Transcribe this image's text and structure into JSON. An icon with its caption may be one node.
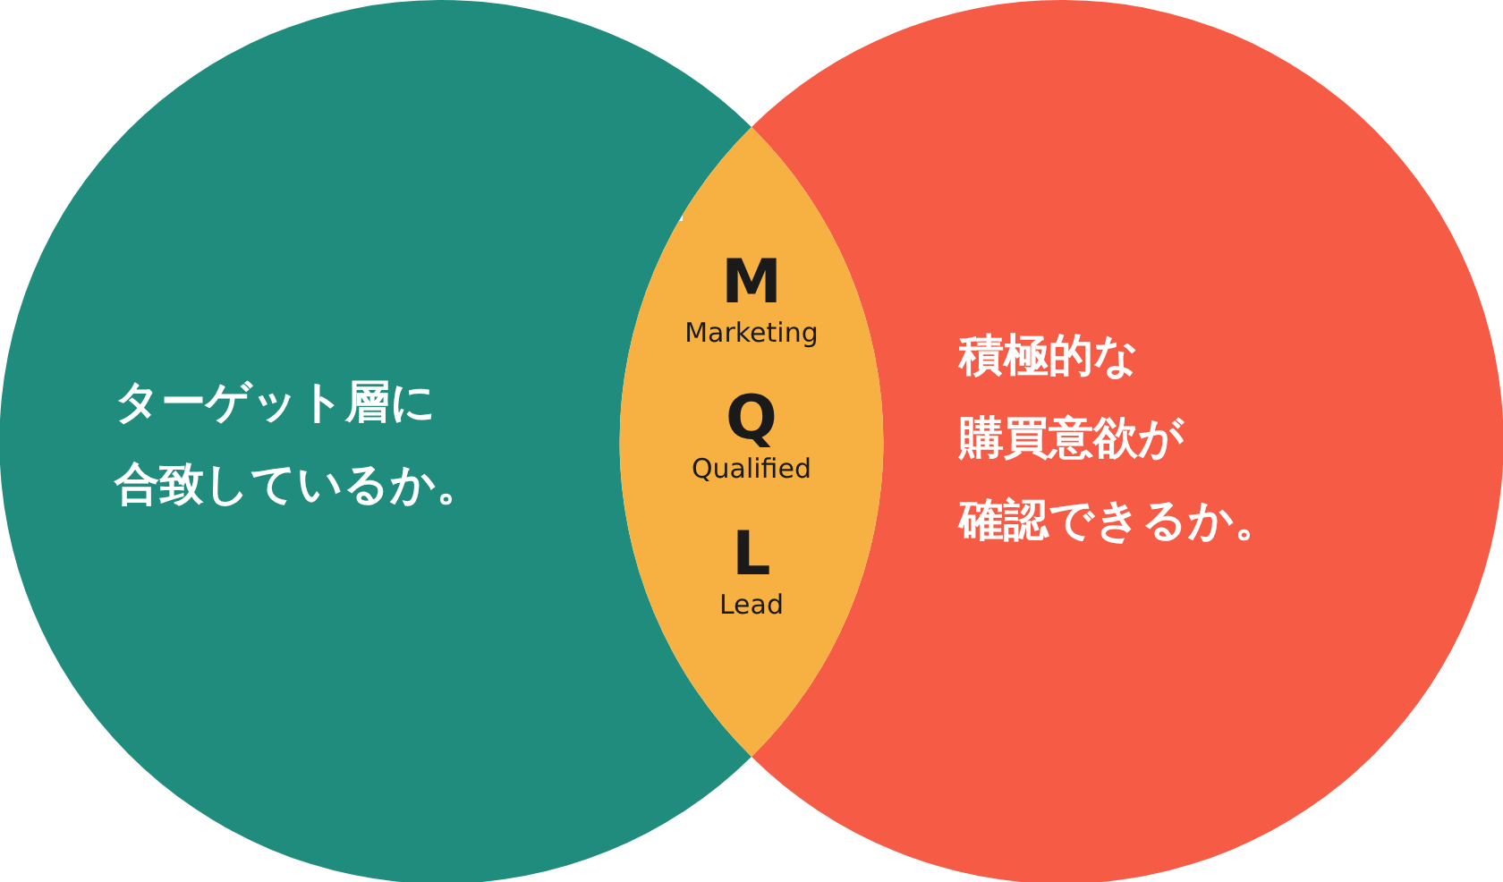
{
  "diagram": {
    "nodes": [
      {
        "text": [
          "ターゲット層に合致しているか。"
        ]
      },
      {
        "text": [
          "積極的な購買意欲が確認できるか。"
        ]
      },
      {
        "text": [
          "M",
          "Marketing",
          "Q",
          "Qualified",
          "L",
          "Lead"
        ]
      }
    ]
  }
}
